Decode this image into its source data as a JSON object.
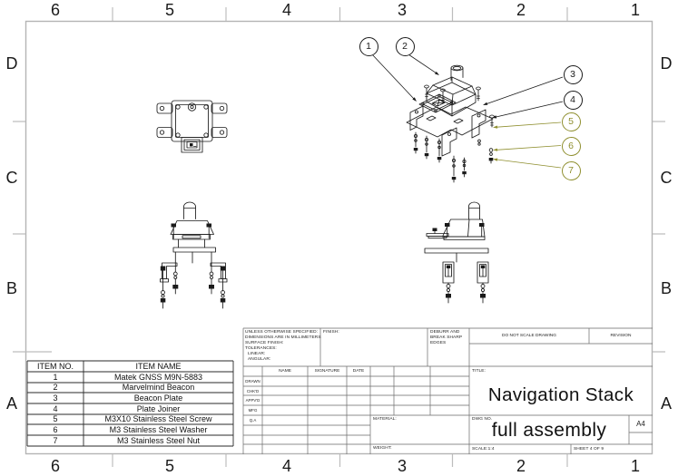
{
  "sheet": {
    "zone_columns": [
      "6",
      "5",
      "4",
      "3",
      "2",
      "1"
    ],
    "zone_rows": [
      "D",
      "C",
      "B",
      "A"
    ]
  },
  "colors": {
    "drawing_line": "#1a1a1a",
    "frame_gray": "#b4b4b4",
    "balloon_dark": "#1a1a1a",
    "balloon_olive": "#8f8f2f"
  },
  "balloons": [
    {
      "label": "1",
      "color": "#1a1a1a"
    },
    {
      "label": "2",
      "color": "#1a1a1a"
    },
    {
      "label": "3",
      "color": "#1a1a1a"
    },
    {
      "label": "4",
      "color": "#1a1a1a"
    },
    {
      "label": "5",
      "color": "#8f8f2f"
    },
    {
      "label": "6",
      "color": "#8f8f2f"
    },
    {
      "label": "7",
      "color": "#8f8f2f"
    }
  ],
  "parts_table": {
    "headers": [
      "ITEM NO.",
      "ITEM NAME"
    ],
    "rows": [
      {
        "no": "1",
        "name": "Matek GNSS M9N-5883"
      },
      {
        "no": "2",
        "name": "Marvelmind Beacon"
      },
      {
        "no": "3",
        "name": "Beacon Plate"
      },
      {
        "no": "4",
        "name": "Plate Joiner"
      },
      {
        "no": "5",
        "name": "M3X10 Stainless Steel Screw"
      },
      {
        "no": "6",
        "name": "M3 Stainless Steel Washer"
      },
      {
        "no": "7",
        "name": "M3 Stainless Steel Nut"
      }
    ]
  },
  "title_block": {
    "tolerance_lines": [
      "UNLESS OTHERWISE SPECIFIED:",
      "DIMENSIONS ARE IN MILLIMETERS",
      "SURFACE FINISH:",
      "TOLERANCES:",
      "LINEAR:",
      "ANGULAR:"
    ],
    "finish_label": "FINISH:",
    "deburr_note": "DEBURR AND BREAK SHARP EDGES",
    "do_not_scale": "DO NOT SCALE DRAWING",
    "revision_label": "REVISION",
    "sign_columns": [
      "NAME",
      "SIGNATURE",
      "DATE"
    ],
    "sign_rows": [
      "DRAWN",
      "CHK'D",
      "APPV'D",
      "MFG",
      "Q.A"
    ],
    "material_label": "MATERIAL:",
    "weight_label": "WEIGHT:",
    "title_label": "TITLE:",
    "title": "Navigation Stack",
    "dwg_label": "DWG NO.",
    "dwg_no": "full assembly",
    "paper_size": "A4",
    "scale_text": "SCALE:1:4",
    "sheet_text": "SHEET 4 OF 9"
  }
}
